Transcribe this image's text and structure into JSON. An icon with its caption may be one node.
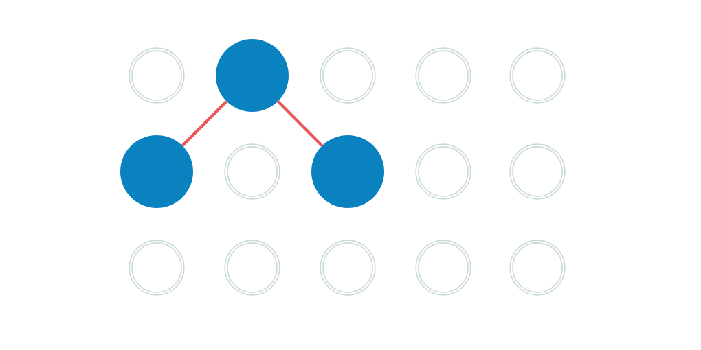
{
  "diagram": {
    "nodes": [
      {
        "text": [],
        "shape": "ring"
      },
      {
        "text": [],
        "shape": "circle"
      },
      {
        "text": [],
        "shape": "ring"
      },
      {
        "text": [],
        "shape": "ring"
      },
      {
        "text": [],
        "shape": "ring"
      },
      {
        "text": [],
        "shape": "circle"
      },
      {
        "text": [],
        "shape": "ring"
      },
      {
        "text": [],
        "shape": "circle"
      },
      {
        "text": [],
        "shape": "ring"
      },
      {
        "text": [],
        "shape": "ring"
      },
      {
        "text": [],
        "shape": "ring"
      },
      {
        "text": [],
        "shape": "ring"
      },
      {
        "text": [],
        "shape": "ring"
      },
      {
        "text": [],
        "shape": "ring"
      },
      {
        "text": [],
        "shape": "ring"
      }
    ],
    "edges": [
      {
        "from": 1,
        "to": 5,
        "arrow": "none"
      },
      {
        "from": 1,
        "to": 7,
        "arrow": "none"
      }
    ]
  }
}
